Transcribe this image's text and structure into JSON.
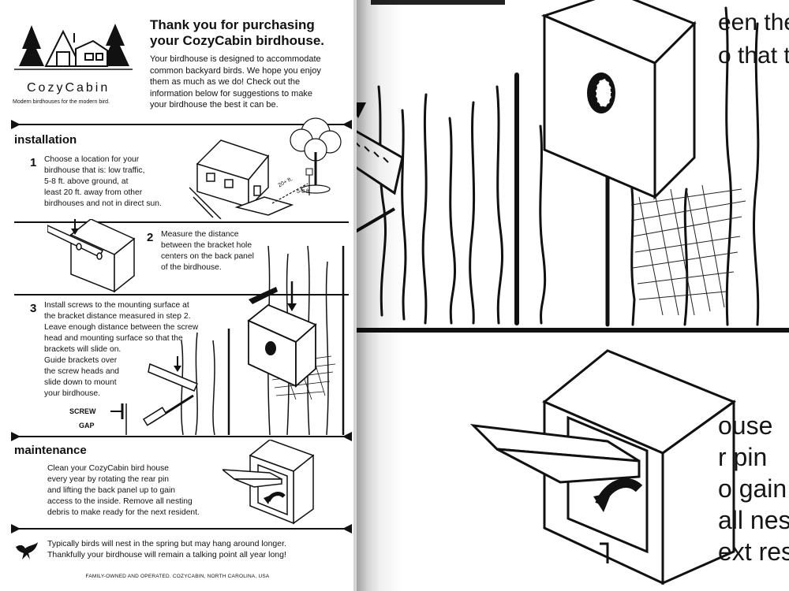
{
  "flyer": {
    "brand_name": "CozyCabin",
    "tagline": "Modern birdhouses for the modern bird.",
    "title_line1": "Thank you for purchasing",
    "title_line2": "your CozyCabin birdhouse.",
    "intro_lines": [
      "Your birdhouse is designed to accommodate",
      "common backyard birds. We hope you enjoy",
      "them as much as we do! Check out the",
      "information below for suggestions to make",
      "your birdhouse the best it can be."
    ],
    "installation_heading": "installation",
    "step1": {
      "number": "1",
      "lines": [
        "Choose a location for your",
        "birdhouse that is: low traffic,",
        "5-8 ft. above ground, at",
        "least 20 ft. away from other",
        "birdhouses and not in direct sun."
      ],
      "dimension_20ft": "20+ ft.",
      "dimension_5_8ft": "5-8 ft."
    },
    "step2": {
      "number": "2",
      "lines": [
        "Measure the distance",
        "between the bracket hole",
        "centers on the back panel",
        "of the birdhouse."
      ]
    },
    "step3": {
      "number": "3",
      "lines": [
        "Install screws to the mounting surface at",
        "the bracket distance measured in step 2.",
        "Leave enough distance between the screw",
        "head and mounting surface so that the",
        "brackets will slide on.",
        "Guide brackets over",
        "the screw heads and",
        "slide down to mount",
        "your birdhouse."
      ],
      "screw_label": "SCREW",
      "gap_label": "GAP"
    },
    "maintenance_heading": "maintenance",
    "maintenance_lines": [
      "Clean your CozyCabin bird house",
      "every year by rotating the rear pin",
      "and lifting the back panel up to gain",
      "access to the inside. Remove all nesting",
      "debris to make ready for the next resident."
    ],
    "note_lines": [
      "Typically birds will nest in the spring but may hang around longer.",
      "Thankfully your birdhouse will remain a talking point all year long!"
    ],
    "footer": "FAMILY-OWNED AND OPERATED. COZYCABIN, NORTH CAROLINA, USA"
  },
  "background_page": {
    "top_fragments": [
      "een the screw",
      "o that the"
    ],
    "bottom_fragments": [
      "ouse",
      "r pin",
      "o gain",
      "all nesting",
      "ext resident."
    ]
  }
}
